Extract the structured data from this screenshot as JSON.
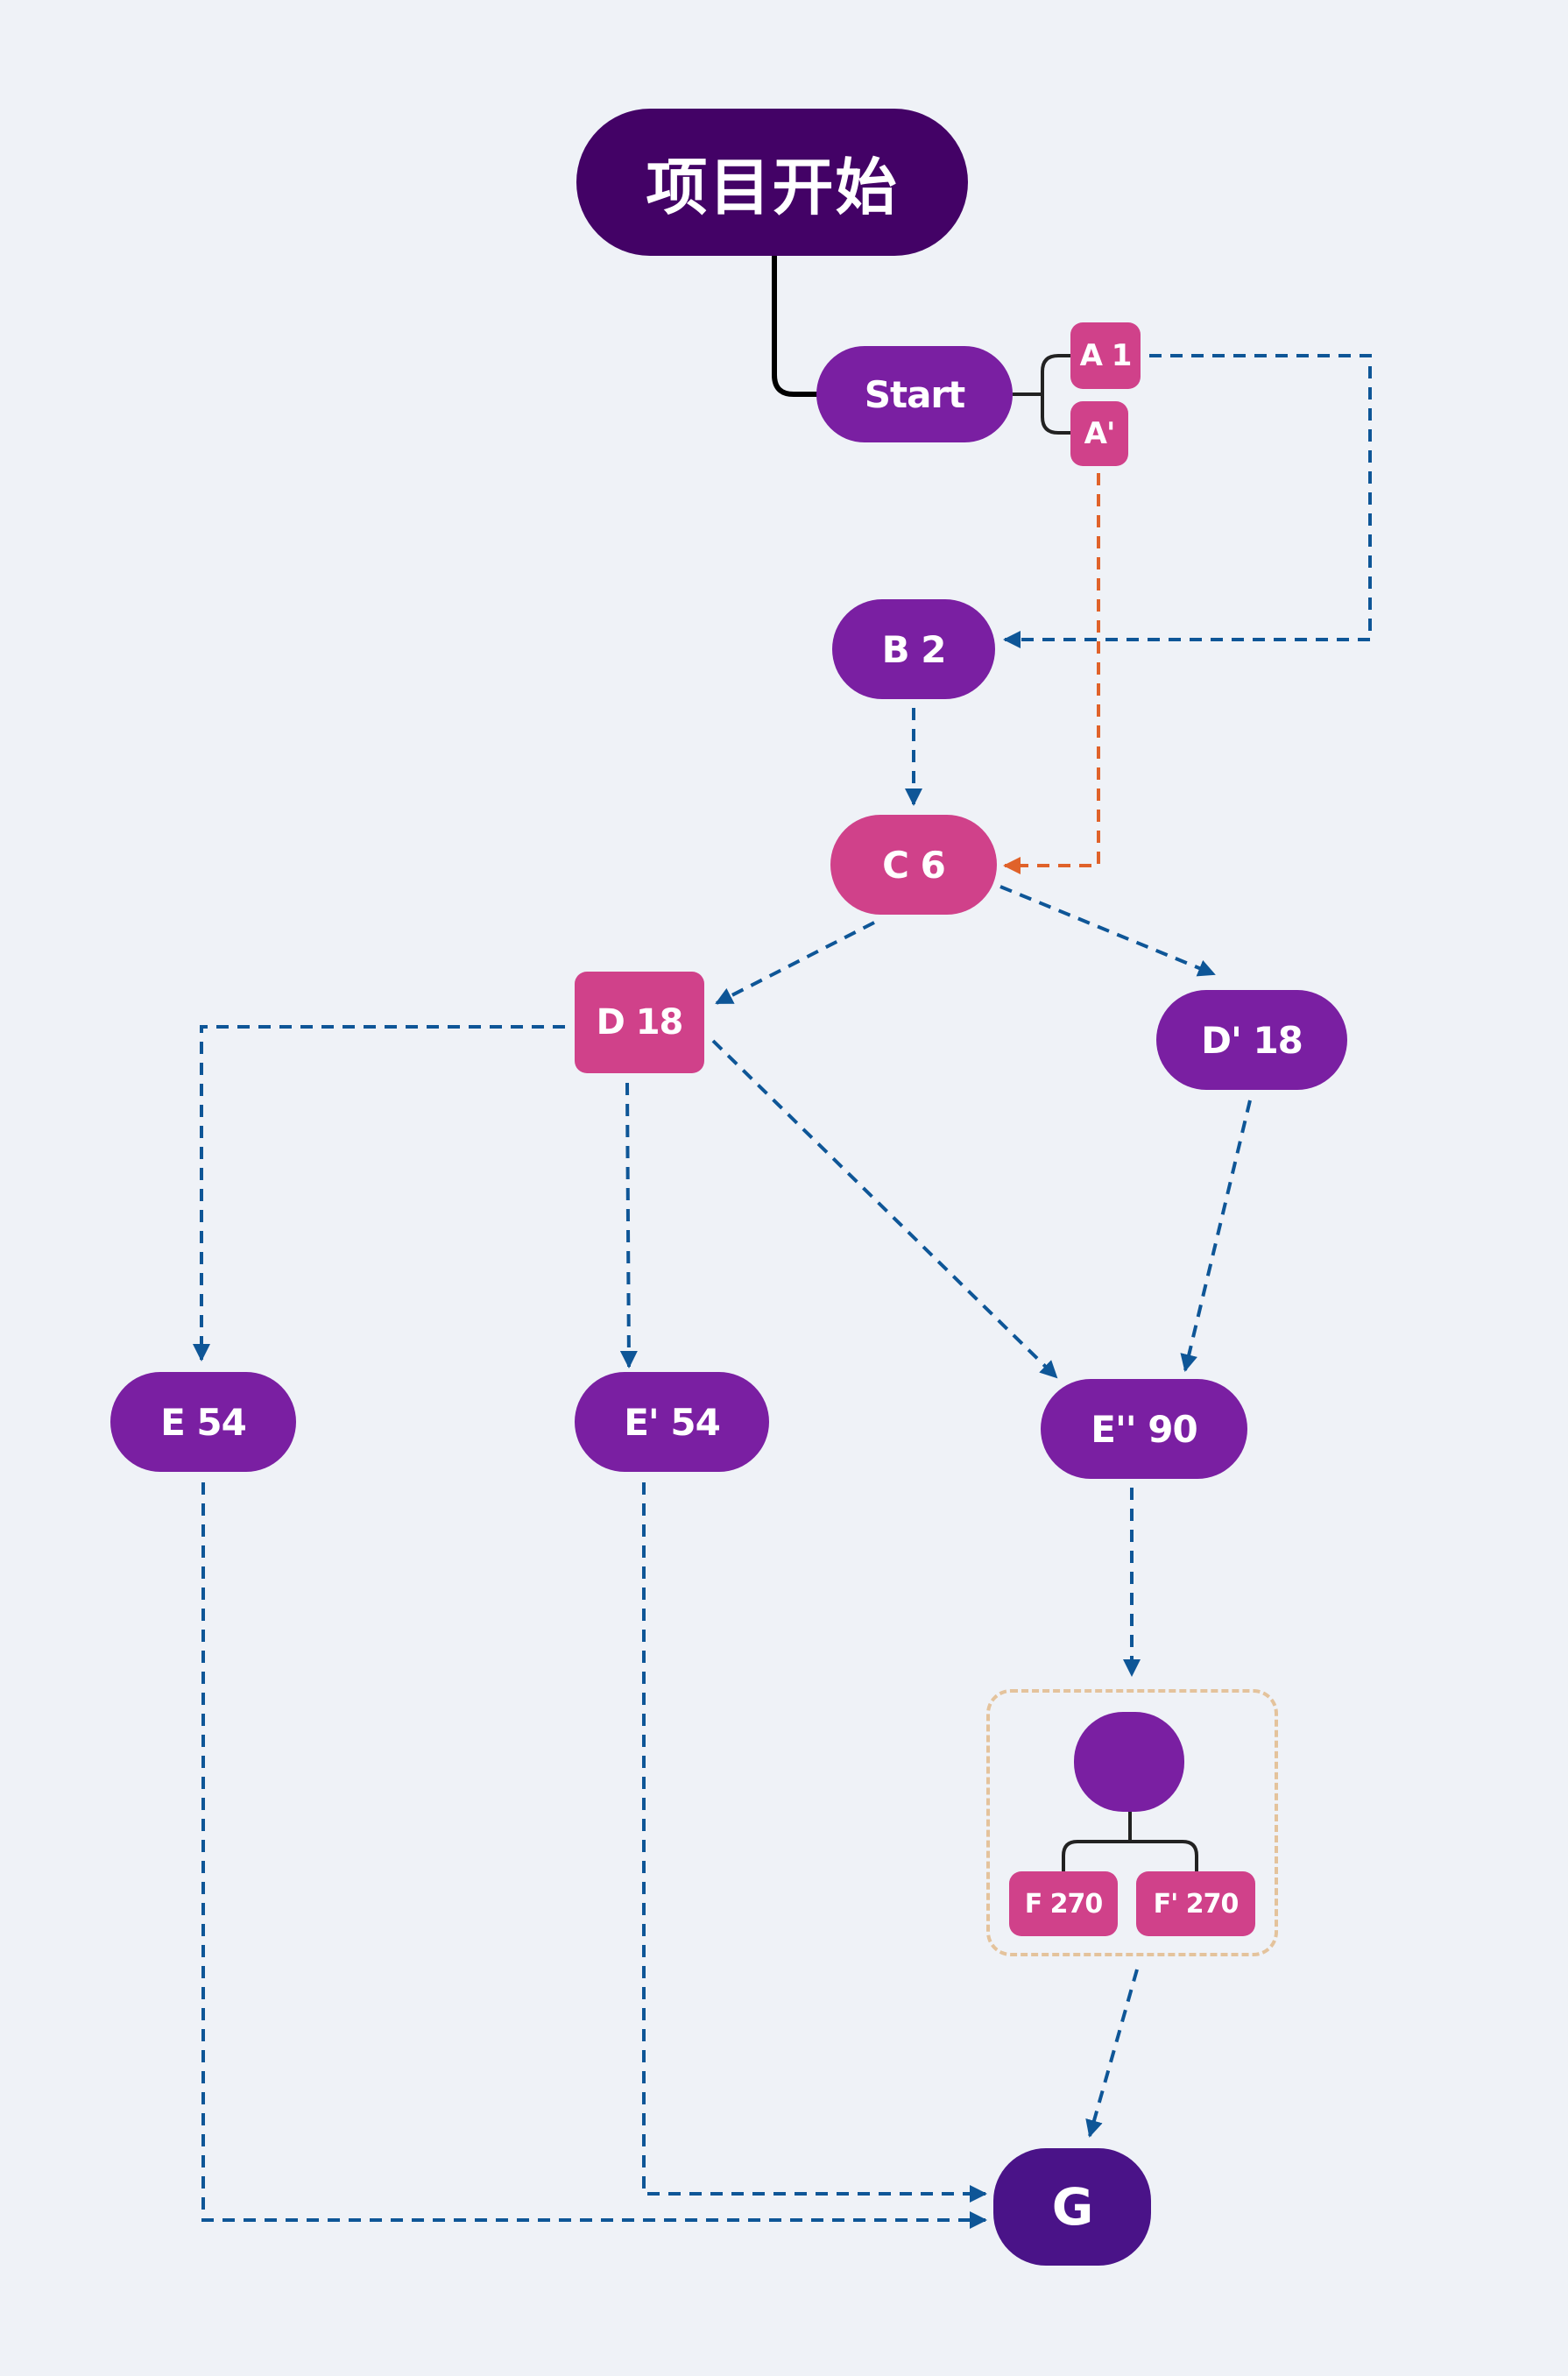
{
  "diagram": {
    "root_label": "项目开始",
    "nodes": {
      "start": "Start",
      "a1": "A 1",
      "a_prime": "A'",
      "b2": "B 2",
      "c6": "C 6",
      "d18": "D 18",
      "d_prime_18": "D' 18",
      "e54": "E 54",
      "e_prime_54": "E' 54",
      "e_dprime_90": "E'' 90",
      "f270": "F 270",
      "f_prime_270": "F' 270",
      "g": "G"
    },
    "colors": {
      "background": "#eff2f7",
      "root": "#430266",
      "purple_node": "#7a1fa2",
      "pink_node": "#d0418a",
      "final_node": "#4a1388",
      "dashed_blue": "#0e5697",
      "dashed_orange": "#e0622a",
      "tree_line": "#222222",
      "group_border": "#e4c39c"
    }
  }
}
